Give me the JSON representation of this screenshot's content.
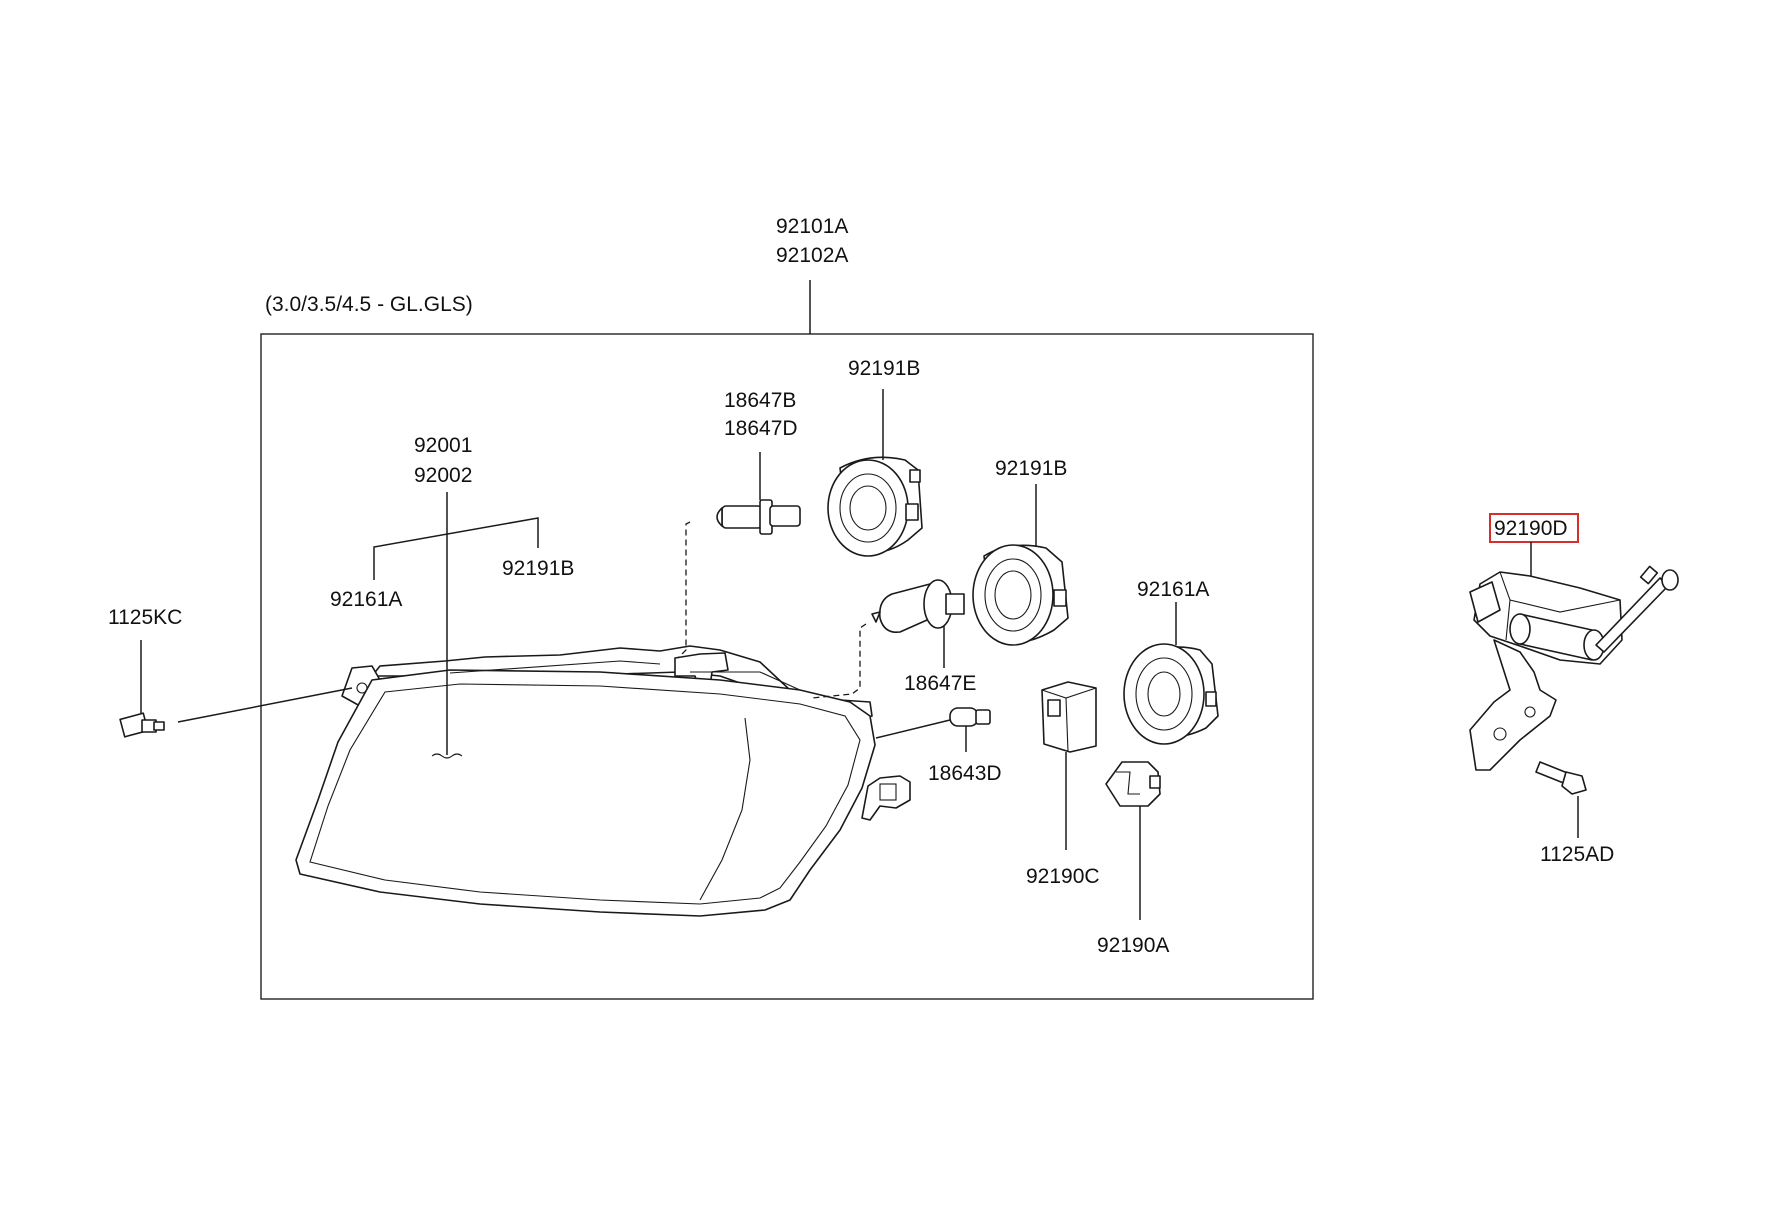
{
  "labels": {
    "variant_note": "(3.0/3.5/4.5 - GL.GLS)",
    "assembly_1": "92101A",
    "assembly_2": "92102A",
    "lens_1": "92001",
    "lens_2": "92002",
    "cap_left_a": "92161A",
    "cap_left_b": "92191B",
    "bulb_b": "18647B",
    "bulb_d": "18647D",
    "cap_top": "92191B",
    "cap_mid": "92191B",
    "bulb_e": "18647E",
    "cap_right": "92161A",
    "bulb_small": "18643D",
    "socket_c": "92190C",
    "socket_a": "92190A",
    "screw_left": "1125KC",
    "actuator": "92190D",
    "bolt_right": "1125AD"
  },
  "highlight_color": "#d32f2f"
}
